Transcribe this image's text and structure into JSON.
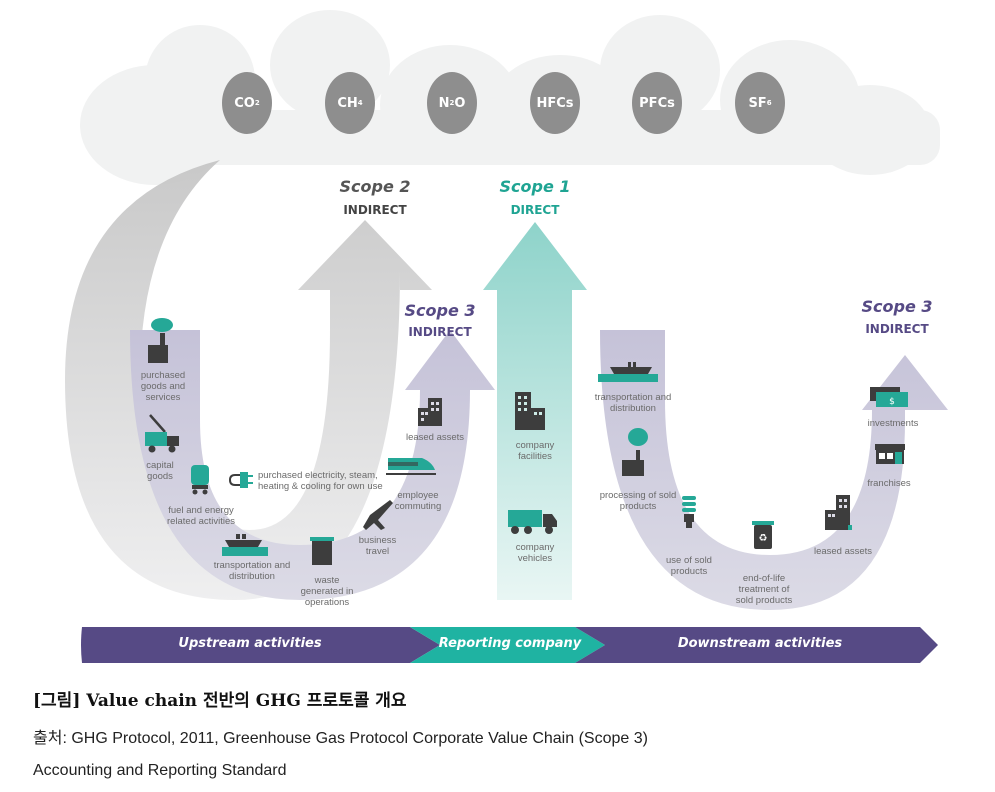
{
  "gases": [
    {
      "base": "CO",
      "sub": "2",
      "sub_pos": "end"
    },
    {
      "base": "CH",
      "sub": "4",
      "sub_pos": "end"
    },
    {
      "base": "N",
      "sub": "2",
      "tail": "O"
    },
    {
      "base": "HFCs",
      "sub": ""
    },
    {
      "base": "PFCs",
      "sub": ""
    },
    {
      "base": "SF",
      "sub": "6"
    }
  ],
  "scopes": {
    "scope2": {
      "title": "Scope 2",
      "subtitle": "INDIRECT"
    },
    "scope1": {
      "title": "Scope 1",
      "subtitle": "DIRECT"
    },
    "scope3_upstream": {
      "title": "Scope 3",
      "subtitle": "INDIRECT"
    },
    "scope3_downstream": {
      "title": "Scope 3",
      "subtitle": "INDIRECT"
    }
  },
  "upstream_items": {
    "purchased_goods": "purchased goods and services",
    "capital_goods": "capital goods",
    "fuel_energy": "fuel and energy related activities",
    "transport": "transportation and distribution",
    "waste": "waste generated in operations",
    "business_travel": "business travel",
    "employee_commuting": "employee commuting",
    "leased_assets": "leased assets",
    "purchased_electricity": "purchased electricity, steam, heating & cooling for own use"
  },
  "company_items": {
    "facilities": "company facilities",
    "vehicles": "company vehicles"
  },
  "downstream_items": {
    "transport": "transportation and distribution",
    "processing": "processing of sold products",
    "use": "use of sold products",
    "end_of_life": "end-of-life treatment of sold products",
    "leased_assets": "leased assets",
    "franchises": "franchises",
    "investments": "investments"
  },
  "bottom_bar": {
    "upstream": "Upstream activities",
    "reporting": "Reporting company",
    "downstream": "Downstream activities"
  },
  "colors": {
    "purple": "#564a85",
    "teal": "#1fb3a2",
    "scope1_arrow": "#8ed3ca",
    "scope2_arrow": "#c9c9c9",
    "scope3_arrow": "#c9c7da",
    "gas_bubble": "#8e8e8e",
    "icon_dark": "#3d3d3d",
    "icon_teal": "#25a897"
  },
  "caption": {
    "title": "[그림] Value chain 전반의 GHG 프로토콜 개요",
    "source_line1": "출처: GHG Protocol, 2011, Greenhouse Gas Protocol Corporate Value Chain (Scope 3)",
    "source_line2": "Accounting and Reporting Standard"
  }
}
